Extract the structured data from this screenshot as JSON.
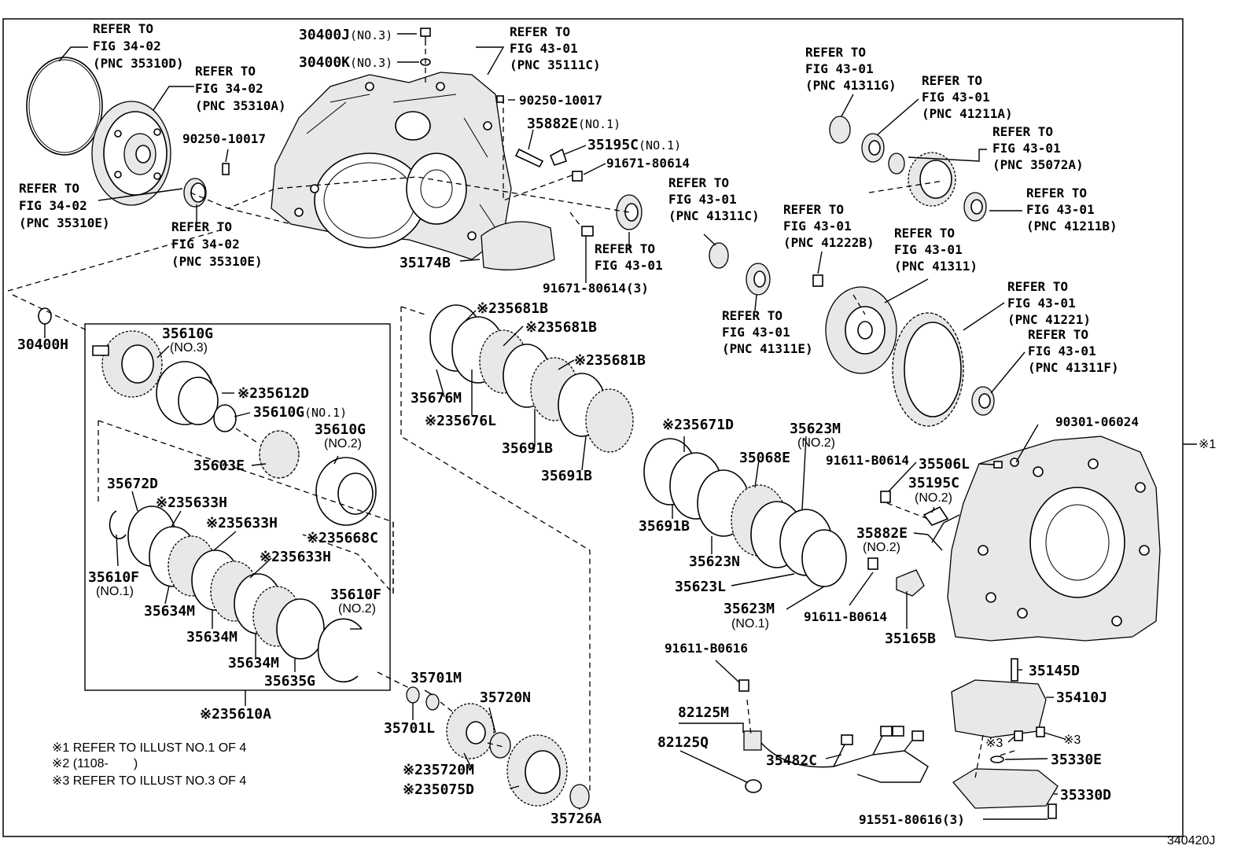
{
  "diagram_code": "340420J",
  "legend": {
    "note1": "※1 REFER TO ILLUST NO.1 OF 4",
    "note2": "※2 (1108-　　)",
    "note3": "※3 REFER TO ILLUST NO.3 OF 4"
  },
  "side_mark": "※1",
  "refs": {
    "r1": [
      "REFER TO",
      "FIG 34-02",
      "(PNC 35310D)"
    ],
    "r2": [
      "REFER TO",
      "FIG 34-02",
      "(PNC 35310A)"
    ],
    "r3": [
      "REFER TO",
      "FIG 34-02",
      "(PNC 35310E)"
    ],
    "r4": [
      "REFER TO",
      "FIG 34-02",
      "(PNC 35310E)"
    ],
    "r5": [
      "REFER TO",
      "FIG 43-01",
      "(PNC 35111C)"
    ],
    "r6": [
      "REFER TO",
      "FIG 43-01"
    ],
    "r7": [
      "REFER TO",
      "FIG 43-01",
      "(PNC 41311G)"
    ],
    "r8": [
      "REFER TO",
      "FIG 43-01",
      "(PNC 41211A)"
    ],
    "r9": [
      "REFER TO",
      "FIG 43-01",
      "(PNC 35072A)"
    ],
    "r10": [
      "REFER TO",
      "FIG 43-01",
      "(PNC 41211B)"
    ],
    "r11": [
      "REFER TO",
      "FIG 43-01",
      "(PNC 41311C)"
    ],
    "r12": [
      "REFER TO",
      "FIG 43-01",
      "(PNC 41222B)"
    ],
    "r13": [
      "REFER TO",
      "FIG 43-01",
      "(PNC 41311)"
    ],
    "r14": [
      "REFER TO",
      "FIG 43-01",
      "(PNC 41311E)"
    ],
    "r15": [
      "REFER TO",
      "FIG 43-01",
      "(PNC 41221)"
    ],
    "r16": [
      "REFER TO",
      "FIG 43-01",
      "(PNC 41311F)"
    ]
  },
  "parts": {
    "p30400J": "30400J",
    "p30400J_s": "(NO.3)",
    "p30400K": "30400K",
    "p30400K_s": "(NO.3)",
    "p90250a": "90250-10017",
    "p90250b": "90250-10017",
    "p35882E1": "35882E",
    "p35882E1_s": "(NO.1)",
    "p35195C1": "35195C",
    "p35195C1_s": "(NO.1)",
    "p91671a": "91671-80614",
    "p35174B": "35174B",
    "p91671b": "91671-80614(3)",
    "p30400H": "30400H",
    "p35610G3": "35610G",
    "p35610G3_s": "(NO.3)",
    "p35612D": "※235612D",
    "p35610G1": "35610G",
    "p35610G1_s": "(NO.1)",
    "p35610G2": "35610G",
    "p35610G2_s": "(NO.2)",
    "p35603E": "35603E",
    "p35672D": "35672D",
    "p35633H1": "※235633H",
    "p35633H2": "※235633H",
    "p35633H3": "※235633H",
    "p35668C": "※235668C",
    "p35610F1": "35610F",
    "p35610F1_s": "(NO.1)",
    "p35610F2": "35610F",
    "p35610F2_s": "(NO.2)",
    "p35634M1": "35634M",
    "p35634M2": "35634M",
    "p35634M3": "35634M",
    "p35635G": "35635G",
    "p35610A": "※235610A",
    "p35681B1": "※235681B",
    "p35681B2": "※235681B",
    "p35681B3": "※235681B",
    "p35676M": "35676M",
    "p35676L": "※235676L",
    "p35691B1": "35691B",
    "p35691B2": "35691B",
    "p35691B3": "35691B",
    "p35671D": "※235671D",
    "p35623M2": "35623M",
    "p35623M2_s": "(NO.2)",
    "p35068E": "35068E",
    "p35623N": "35623N",
    "p35623L": "35623L",
    "p35623M1": "35623M",
    "p35623M1_s": "(NO.1)",
    "p90301": "90301-06024",
    "p91611a": "91611-B0614",
    "p35506L": "35506L",
    "p35195C2": "35195C",
    "p35195C2_s": "(NO.2)",
    "p35882E2": "35882E",
    "p35882E2_s": "(NO.2)",
    "p91611b": "91611-B0614",
    "p35165B": "35165B",
    "p91611c": "91611-B0616",
    "p35145D": "35145D",
    "p35410J": "35410J",
    "p82125M": "82125M",
    "p82125Q": "82125Q",
    "p35482C": "35482C",
    "p35330E": "35330E",
    "p35330D": "35330D",
    "p91551": "91551-80616(3)",
    "p35701M": "35701M",
    "p35701L": "35701L",
    "p35720N": "35720N",
    "p35720M": "※235720M",
    "p35075D": "※235075D",
    "p35726A": "35726A",
    "star3a": "※3",
    "star3b": "※3"
  }
}
